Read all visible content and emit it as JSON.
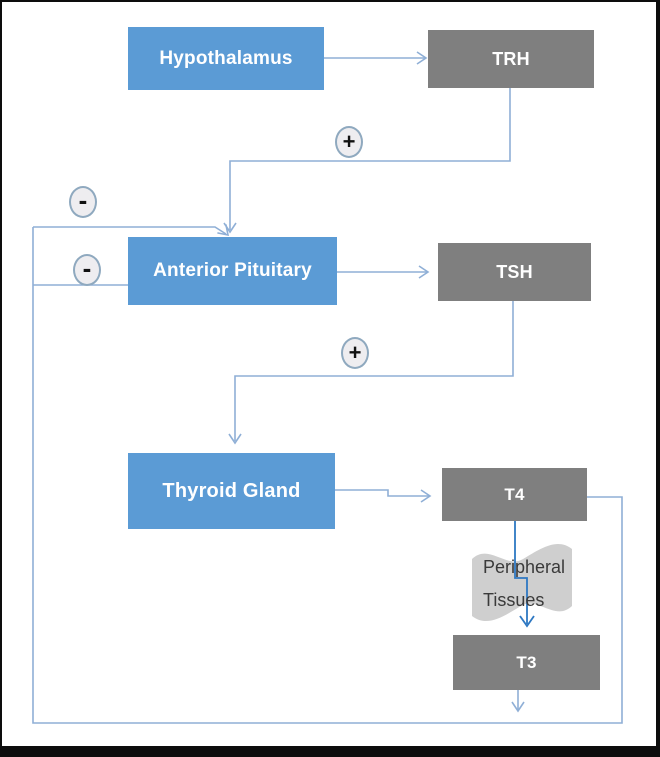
{
  "nodes": {
    "hypothalamus": {
      "label": "Hypothalamus"
    },
    "trh": {
      "label": "TRH"
    },
    "anterior_pituitary": {
      "label": "Anterior Pituitary"
    },
    "tsh": {
      "label": "TSH"
    },
    "thyroid_gland": {
      "label": "Thyroid Gland"
    },
    "t4": {
      "label": "T4"
    },
    "peripheral_tissues": {
      "label": "Peripheral\nTissues"
    },
    "t3": {
      "label": "T3"
    }
  },
  "signs": {
    "stimulate_trh_to_pituitary": "+",
    "stimulate_tsh_to_thyroid": "+",
    "inhibit_upper": "-",
    "inhibit_lower": "-"
  },
  "colors": {
    "organ_box_blue": "#5B9BD5",
    "hormone_box_gray": "#7F7F7F",
    "wave_shape_gray": "#CFCFCF",
    "connector_light_blue": "#8FAFD6",
    "connector_dark_blue": "#2E78C2",
    "sign_circle_fill": "#EEEDF0",
    "sign_circle_border": "#8FA9BF",
    "frame_black": "#0D0D0D",
    "box_text_white": "#FFFFFF",
    "wave_text_dark": "#3A3A3A"
  }
}
